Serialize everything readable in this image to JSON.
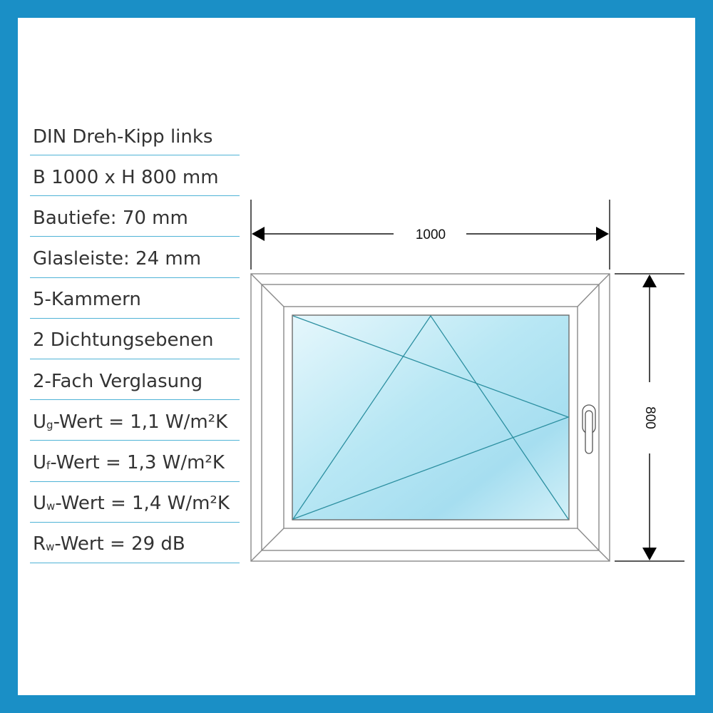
{
  "specs": [
    {
      "main": "DIN Dreh-Kipp links",
      "sub": "",
      "rest": ""
    },
    {
      "main": "B 1000 x H 800 mm",
      "sub": "",
      "rest": ""
    },
    {
      "main": "Bautiefe: 70 mm",
      "sub": "",
      "rest": ""
    },
    {
      "main": "Glasleiste: 24 mm",
      "sub": "",
      "rest": ""
    },
    {
      "main": "5-Kammern",
      "sub": "",
      "rest": ""
    },
    {
      "main": "2 Dichtungsebenen",
      "sub": "",
      "rest": ""
    },
    {
      "main": "2-Fach Verglasung",
      "sub": "",
      "rest": ""
    },
    {
      "main": "U",
      "sub": "g",
      "rest": "-Wert = 1,1 W/m²K"
    },
    {
      "main": "U",
      "sub": "f",
      "rest": "-Wert = 1,3 W/m²K"
    },
    {
      "main": "U",
      "sub": "w",
      "rest": "-Wert = 1,4 W/m²K"
    },
    {
      "main": "R",
      "sub": "w",
      "rest": "-Wert = 29 dB"
    }
  ],
  "dimensions": {
    "width_label": "1000",
    "height_label": "800"
  },
  "colors": {
    "frame_border": "#1a8fc6",
    "spec_divider": "#4fb3d6",
    "glass_light": "#e6f7fc",
    "glass_dark": "#a6def0",
    "opening_lines": "#2c8fa0"
  }
}
